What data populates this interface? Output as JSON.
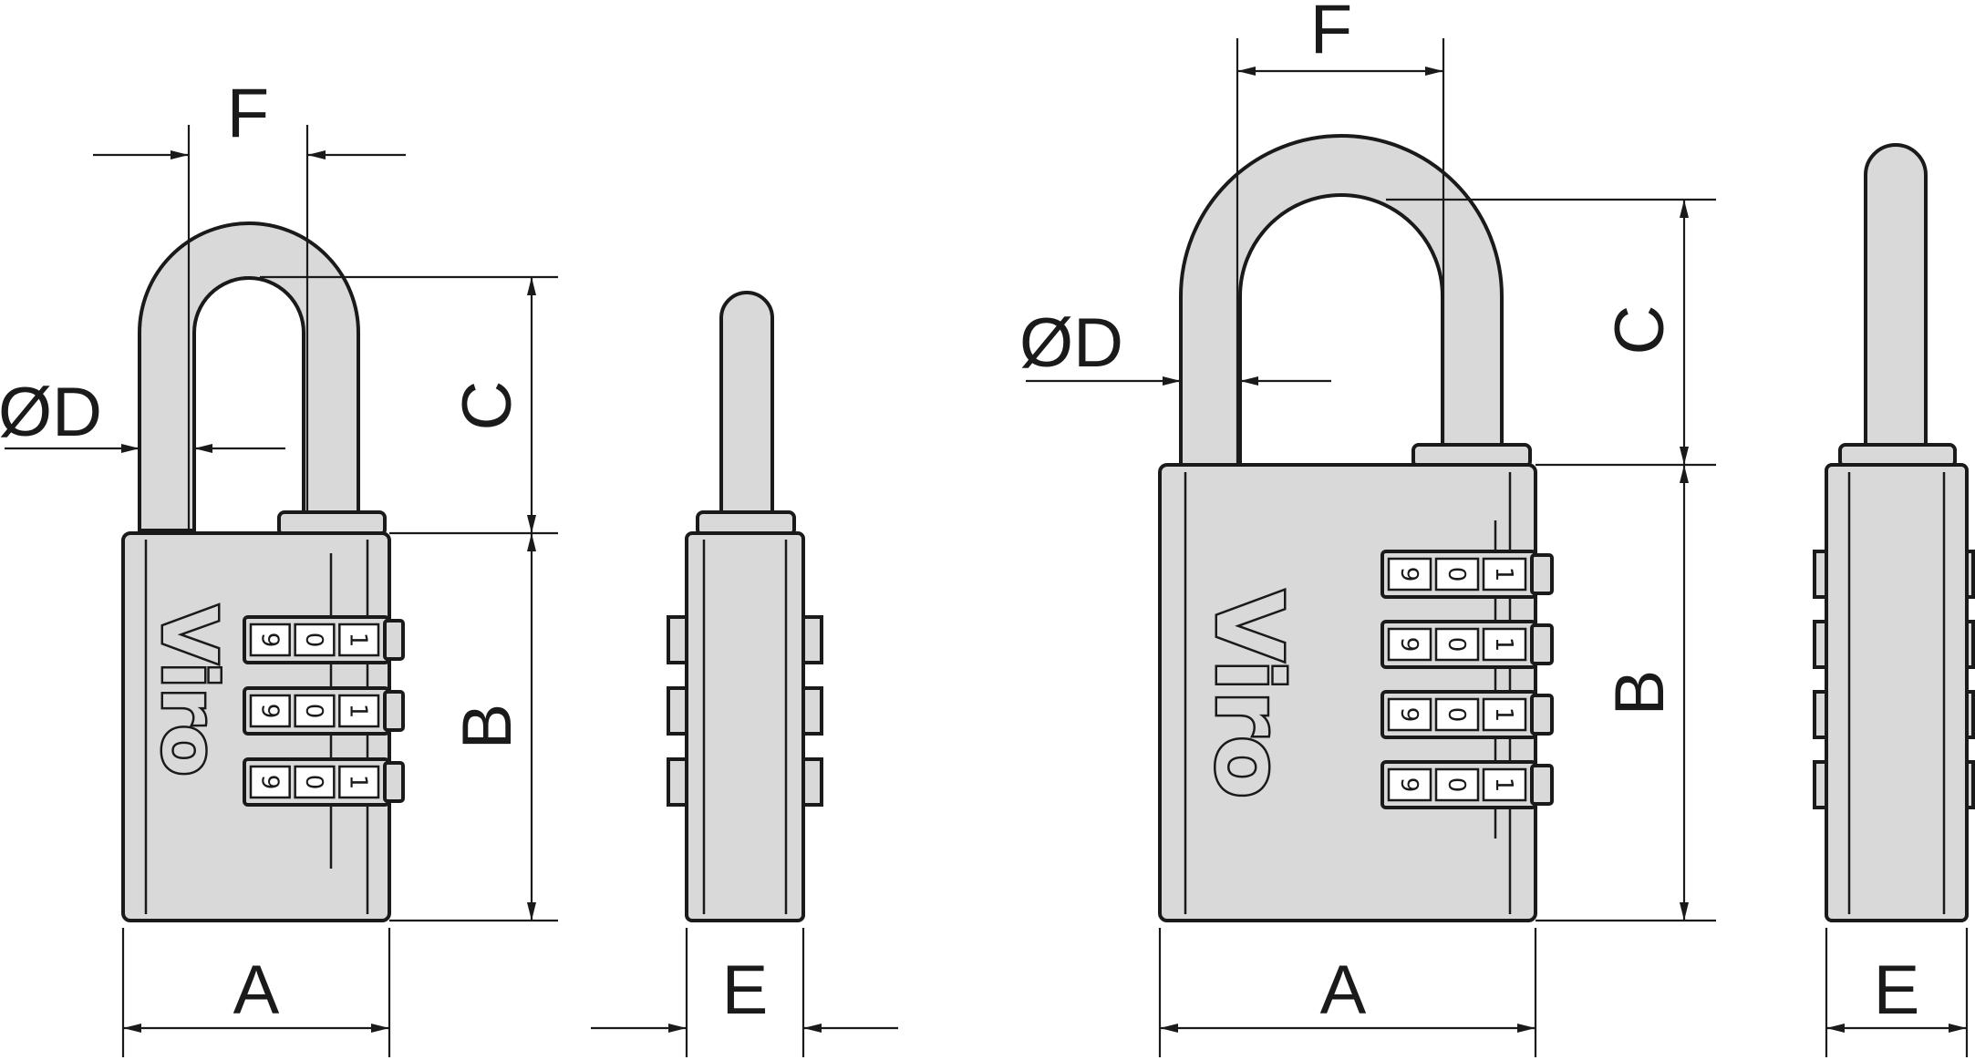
{
  "labels": {
    "width": "A",
    "body_height": "B",
    "shackle_clearance": "C",
    "shackle_diameter": "ØD",
    "depth": "E",
    "shackle_width": "F"
  },
  "brand": "Viro",
  "small_lock": {
    "wheel_count": 3,
    "digits": [
      "1",
      "0",
      "9"
    ]
  },
  "large_lock": {
    "wheel_count": 4,
    "digits": [
      "1",
      "0",
      "9"
    ]
  },
  "colors": {
    "metal": "#d9d9d9",
    "line": "#1a1a1a",
    "background": "#ffffff"
  }
}
